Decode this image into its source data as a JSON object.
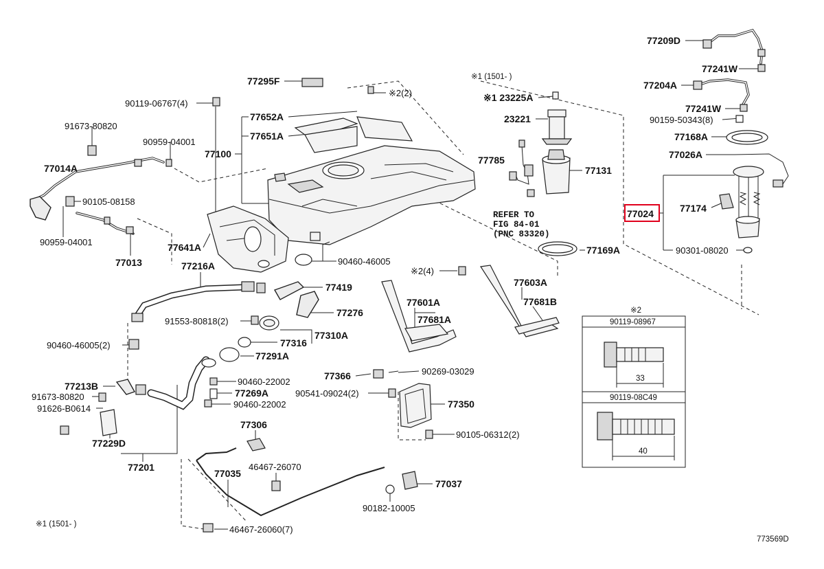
{
  "diagram_id": "773569D",
  "note_top": "※1 (1501-    )",
  "note_bottom": "※1 (1501-    )",
  "refer_to": [
    "REFER TO",
    "FIG 84-01",
    "(PNC 83320)"
  ],
  "highlighted_part": "77024",
  "labels": {
    "p77209D": "77209D",
    "p77241W_a": "77241W",
    "p77204A": "77204A",
    "p77241W_b": "77241W",
    "p90159": "90159-50343(8)",
    "p77168A": "77168A",
    "p77026A": "77026A",
    "p77024": "77024",
    "p77174": "77174",
    "p90301": "90301-08020",
    "p23225A": "※1 23225A",
    "p23221": "23221",
    "p77785": "77785",
    "p77131": "77131",
    "p77169A": "77169A",
    "p77295F": "77295F",
    "p90119_06767": "90119-06767(4)",
    "p77652A": "77652A",
    "p77651A": "77651A",
    "p77100": "77100",
    "p2_2": "※2(2)",
    "p91673_80820_a": "91673-80820",
    "p90959_04001_a": "90959-04001",
    "p77014A": "77014A",
    "p90105_08158": "90105-08158",
    "p90959_04001_b": "90959-04001",
    "p77013": "77013",
    "p77641A": "77641A",
    "p90460_46005_a": "90460-46005",
    "p77216A": "77216A",
    "p77419": "77419",
    "p77276": "77276",
    "p91553": "91553-80818(2)",
    "p77310A": "77310A",
    "p77316": "77316",
    "p90460_46005_b": "90460-46005(2)",
    "p77291A": "77291A",
    "p90460_22002_a": "90460-22002",
    "p77269A": "77269A",
    "p90460_22002_b": "90460-22002",
    "p77213B": "77213B",
    "p91673_80820_b": "91673-80820",
    "p91626": "91626-B0614",
    "p77229D": "77229D",
    "p77201": "77201",
    "p2_4": "※2(4)",
    "p77603A": "77603A",
    "p77601A": "77601A",
    "p77681B": "77681B",
    "p77681A": "77681A",
    "p77366": "77366",
    "p90269": "90269-03029",
    "p90541": "90541-09024(2)",
    "p77350": "77350",
    "p90105_06312": "90105-06312(2)",
    "p77306": "77306",
    "p77035": "77035",
    "p46467_26070": "46467-26070",
    "p77037": "77037",
    "p90182": "90182-10005",
    "p46467_26060": "46467-26060(7)"
  },
  "bolt_table": {
    "title": "※2",
    "rows": [
      {
        "part": "90119-08967",
        "length": "33"
      },
      {
        "part": "90119-08C49",
        "length": "40"
      }
    ]
  }
}
